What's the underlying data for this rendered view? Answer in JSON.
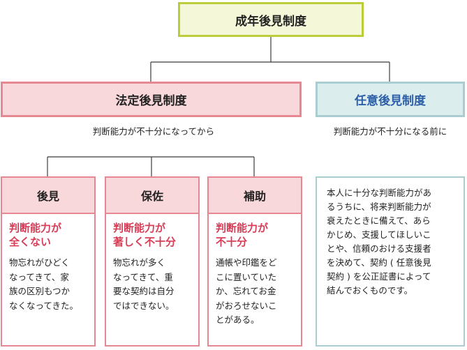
{
  "root": {
    "label": "成年後見制度"
  },
  "legal": {
    "label": "法定後見制度",
    "condition": "判断能力が不十分になってから",
    "categories": [
      {
        "label": "後見",
        "subtitle": [
          "判断能力が",
          "全くない"
        ],
        "description": [
          "物忘れがひどく",
          "なってきて、家",
          "族の区別もつか",
          "なくなってきた。"
        ]
      },
      {
        "label": "保佐",
        "subtitle": [
          "判断能力が",
          "著しく不十分"
        ],
        "description": [
          "物忘れが多く",
          "なってきて、重",
          "要な契約は自分",
          "ではできない。"
        ]
      },
      {
        "label": "補助",
        "subtitle": [
          "判断能力が",
          "不十分"
        ],
        "description": [
          "通帳や印鑑をど",
          "こに置いていた",
          "か、忘れてお金",
          "がおろせないこ",
          "とがある。"
        ]
      }
    ]
  },
  "voluntary": {
    "label": "任意後見制度",
    "condition": "判断能力が不十分になる前に",
    "description": [
      "本人に十分な判断能力があ",
      "るうちに、将来判断能力が",
      "衰えたときに備えて、あら",
      "かじめ、支援してほしいこ",
      "とや、信頼のおける支援者",
      "を決めて、契約 ( 任意後見",
      "契約 ) を公正証書によって",
      "結んでおくものです。"
    ]
  },
  "colors": {
    "root_fill": "#f4f8d8",
    "root_border": "#bccd3a",
    "legal_fill": "#f8d8da",
    "legal_border": "#e58891",
    "voluntary_fill": "#dcedee",
    "voluntary_border": "#a9cdd0",
    "voluntary_text": "#2d5fa8",
    "subtitle_text": "#d63e57"
  }
}
